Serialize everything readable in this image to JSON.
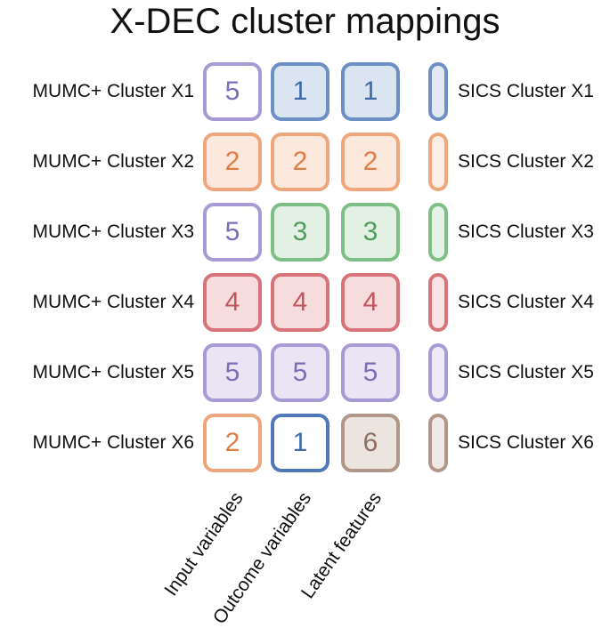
{
  "title": "X-DEC cluster mappings",
  "columns": [
    "Input variables",
    "Outcome variables",
    "Latent features"
  ],
  "rows": [
    {
      "left_label": "MUMC+ Cluster X1",
      "right_label": "SICS Cluster X1",
      "values": [
        "5",
        "1",
        "1"
      ]
    },
    {
      "left_label": "MUMC+ Cluster X2",
      "right_label": "SICS Cluster X2",
      "values": [
        "2",
        "2",
        "2"
      ]
    },
    {
      "left_label": "MUMC+ Cluster X3",
      "right_label": "SICS Cluster X3",
      "values": [
        "5",
        "3",
        "3"
      ]
    },
    {
      "left_label": "MUMC+ Cluster X4",
      "right_label": "SICS Cluster X4",
      "values": [
        "4",
        "4",
        "4"
      ]
    },
    {
      "left_label": "MUMC+ Cluster X5",
      "right_label": "SICS Cluster X5",
      "values": [
        "5",
        "5",
        "5"
      ]
    },
    {
      "left_label": "MUMC+ Cluster X6",
      "right_label": "SICS Cluster X6",
      "values": [
        "2",
        "1",
        "6"
      ]
    }
  ],
  "row_colors": [
    "#6d8fc4",
    "#eea77c",
    "#7dbf86",
    "#d9737a",
    "#a89ad4",
    "#b0978a"
  ],
  "cluster_colors": {
    "1": {
      "border": "#6d8fc4",
      "fill": "#dbe4f1",
      "text": "#3f6aa8",
      "outline_only_border": "#4f78b8"
    },
    "2": {
      "border": "#eea77c",
      "fill": "#fce8dc",
      "text": "#e07d45"
    },
    "3": {
      "border": "#7dbf86",
      "fill": "#e2f1e3",
      "text": "#4f9d5a"
    },
    "4": {
      "border": "#d9737a",
      "fill": "#f6dcdd",
      "text": "#c4545b"
    },
    "5": {
      "border": "#a89ad4",
      "fill": "#e9e5f5",
      "text": "#7d6db8"
    },
    "6": {
      "border": "#b0978a",
      "fill": "#ece4df",
      "text": "#8a6e60"
    }
  },
  "cell_styles": [
    [
      "outline",
      "filled",
      "filled"
    ],
    [
      "filled",
      "filled",
      "filled"
    ],
    [
      "outline",
      "filled",
      "filled"
    ],
    [
      "filled",
      "filled",
      "filled"
    ],
    [
      "filled",
      "filled",
      "filled"
    ],
    [
      "outline",
      "outline",
      "filled"
    ]
  ]
}
